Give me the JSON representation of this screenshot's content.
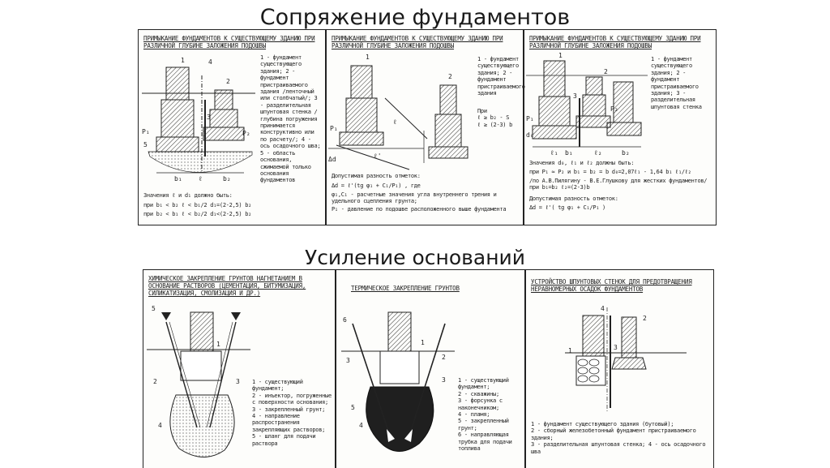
{
  "slide": {
    "title_top": "Сопряжение фундаментов",
    "title_bottom": "Усиление оснований"
  },
  "sheet1": {
    "panel1": {
      "title": "Примыкание фундаментов к существующему зданию при различной глубине заложения подошвы",
      "legend": "1 - фундамент существующего здания; 2 - фундамент пристраиваемого здания /ленточный или столбчатый/; 3 - разделительная шпунтовая стенка /глубина погружения принимается конструктивно или по расчету/; 4 - ось осадочного шва; 5 - область основания, сжимаемой только основания фундаментов",
      "cond_title": "Значения ℓ и d₁ должно быть:",
      "cond_1": "при  b₁ < b₂    ℓ < b₁/2    d₁=(2-2,5) b₂",
      "cond_2": "при  b₂ < b₁    ℓ < b₂/2    d₁<(2-2,5) b₂",
      "labels": [
        "1",
        "2",
        "3",
        "4",
        "5",
        "P₁",
        "P₂",
        "b₁",
        "ℓ",
        "b₂"
      ]
    },
    "panel2": {
      "title": "Примыкание фундаментов к существующему зданию при различной глубине заложения подошвы",
      "legend": "1 - фундамент существующего здания; 2 - фундамент пристраиваемого здания",
      "cond": "При\nℓ ≥ b₂ - S\nℓ ≥ (2-3) b",
      "formula_title": "Допустимая разность отметок:",
      "formula": "Δd = ℓ'(tg φ₁ + C₁/P₁)          , где",
      "note_1": "φ₁,C₁ - расчетные значения угла внутреннего трения и удельного сцепления грунта;",
      "note_2": "P₁ - давление по подошве расположенного выше фундамента",
      "labels": [
        "1",
        "2",
        "ℓ",
        "Δd",
        "ℓ'",
        "P₁"
      ]
    },
    "panel3": {
      "title": "Примыкание фундаментов к существующему зданию при различной глубине заложения подошвы",
      "legend": "1 - фундамент существующего здания; 2 - фундамент пристраиваемого здания; 3 - разделительная шпунтовая стенка",
      "cond_title": "Значения d₀, ℓ₁ и ℓ₂ должны быть:",
      "cond_1": "при  P₁ ≈ P₂  и  b₁ = b₂ = b   d₀=2,07ℓ₁ - 1,64 b₁ ℓ₁/ℓ₂",
      "cond_2": "/по А.В.Пилягину - В.Е.Глушкову для жестких фундаментов/ при b₁=b₂ ℓ₂=(2-3)b",
      "formula_title": "Допустимая разность отметок:",
      "formula": "Δd = ℓ'( tg φ₁ + C₁/P₁ )",
      "labels": [
        "1",
        "2",
        "3",
        "P₁",
        "P₂",
        "ℓ₁",
        "b₁",
        "ℓ₂",
        "b₂",
        "d₀"
      ]
    }
  },
  "sheet2": {
    "panel1": {
      "title": "Химическое закрепление грунтов нагнетанием в основание растворов (цементация, битумизация, силикатизация, смолизация и др.)",
      "legend": "1 - существующий фундамент;\n2 - инъектор, погруженные с поверхности основания;\n3 - закрепленный грунт;\n4 - направление распространения закрепляющих растворов;\n5 - шланг для подачи раствора",
      "labels": [
        "5",
        "1",
        "2",
        "3",
        "4"
      ]
    },
    "panel2": {
      "title": "Термическое закрепление грунтов",
      "legend": "1 - существующий фундамент;\n2 - скважины;\n3 - форсунка с наконечником;\n4 - пламя;\n5 - закрепленный грунт;\n6 - направляющая трубка для подачи топлива",
      "labels": [
        "6",
        "3",
        "1",
        "2",
        "3",
        "5",
        "4"
      ]
    },
    "panel3": {
      "title": "Устройство шпунтовых стенок для предотвращения неравномерных осадок фундаментов",
      "legend": "1 - фундамент существующего здания (бутовый);\n2 - сборный железобетонный фундамент пристраиваемого здания;\n3 - разделительная шпунтовая стенка; 4 - ось осадочного шва",
      "labels": [
        "1",
        "4",
        "2",
        "3"
      ]
    }
  }
}
